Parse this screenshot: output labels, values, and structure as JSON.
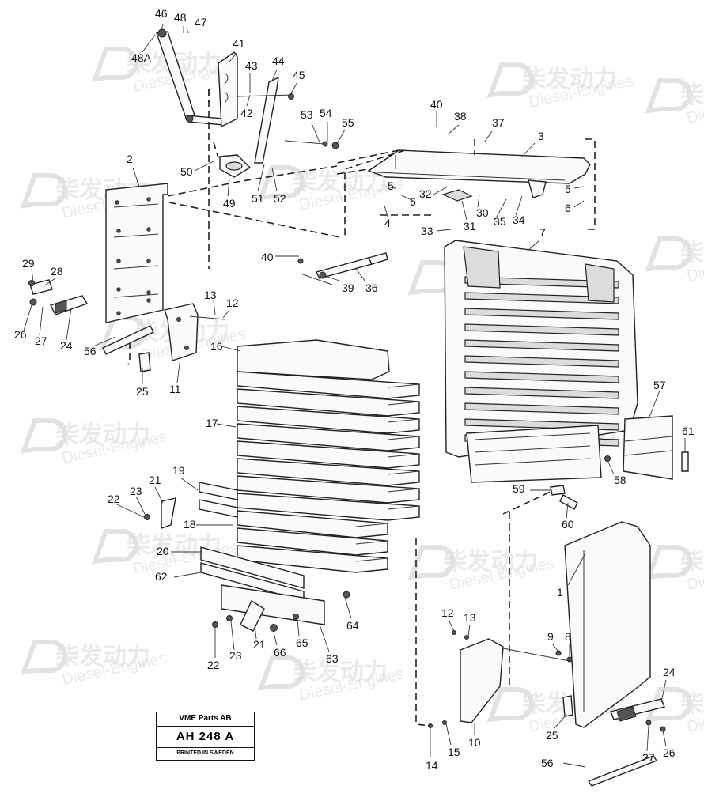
{
  "stamp": {
    "company": "VME Parts AB",
    "code": "AH 248 A",
    "printed": "PRINTED IN SWEDEN"
  },
  "watermark": {
    "brand": "柴发动力",
    "sub": "Diesel-Engines"
  },
  "callouts": [
    "46",
    "48",
    "47",
    "48A",
    "41",
    "43",
    "44",
    "45",
    "42",
    "53",
    "54",
    "55",
    "40",
    "38",
    "37",
    "3",
    "2",
    "50",
    "49",
    "51",
    "52",
    "5",
    "6",
    "32",
    "4",
    "33",
    "30",
    "35",
    "34",
    "31",
    "29",
    "28",
    "26",
    "27",
    "24",
    "56",
    "40",
    "36",
    "39",
    "7",
    "13",
    "12",
    "16",
    "11",
    "25",
    "17",
    "57",
    "61",
    "58",
    "59",
    "60",
    "19",
    "21",
    "23",
    "22",
    "18",
    "20",
    "62",
    "64",
    "1",
    "22",
    "23",
    "21",
    "66",
    "65",
    "63",
    "12",
    "13",
    "9",
    "8",
    "24",
    "25",
    "10",
    "15",
    "14",
    "27",
    "26",
    "56",
    "5",
    "6"
  ]
}
